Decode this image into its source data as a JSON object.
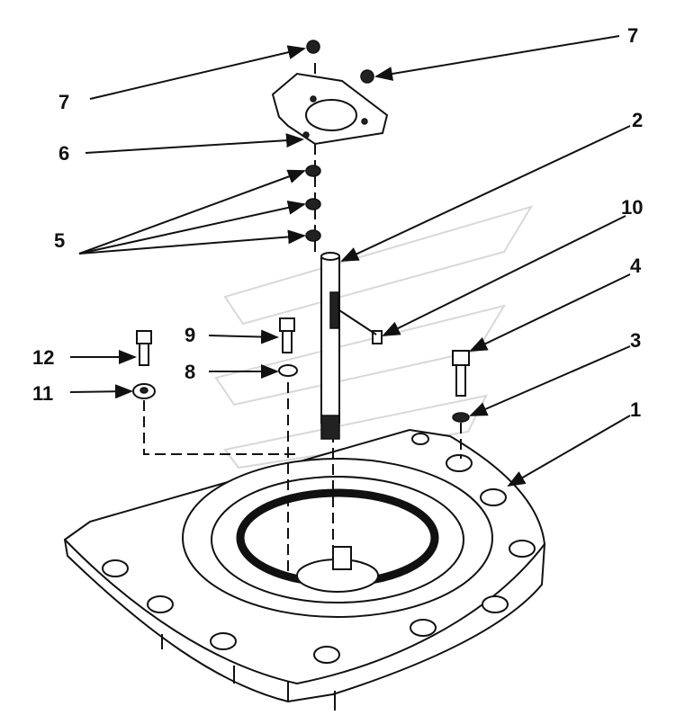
{
  "diagram": {
    "callouts": [
      {
        "id": "7a",
        "label": "7"
      },
      {
        "id": "7b",
        "label": "7"
      },
      {
        "id": "6",
        "label": "6"
      },
      {
        "id": "5",
        "label": "5"
      },
      {
        "id": "2",
        "label": "2"
      },
      {
        "id": "10",
        "label": "10"
      },
      {
        "id": "4",
        "label": "4"
      },
      {
        "id": "3",
        "label": "3"
      },
      {
        "id": "1",
        "label": "1"
      },
      {
        "id": "9",
        "label": "9"
      },
      {
        "id": "8",
        "label": "8"
      },
      {
        "id": "12",
        "label": "12"
      },
      {
        "id": "11",
        "label": "11"
      }
    ]
  }
}
